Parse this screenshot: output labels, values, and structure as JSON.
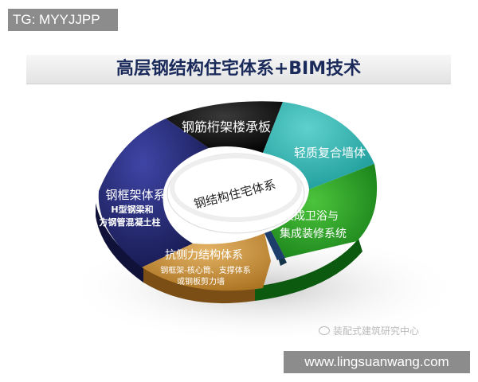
{
  "tag": "TG: MYYJJPP",
  "title": "高层钢结构住宅体系+BIM技术",
  "center_label": "钢结构住宅体系",
  "segments": {
    "top": {
      "label": "钢筋桁架楼承板",
      "color": "#0a0a0a"
    },
    "right": {
      "label": "轻质复合墙体",
      "color": "#2bb6b4"
    },
    "lower_right": {
      "line1": "集成卫浴与",
      "line2": "集成装修系统",
      "color": "#1f8a1f"
    },
    "bottom": {
      "title": "抗侧力结构体系",
      "line1": "钢框架-核心筒、支撑体系",
      "line2": "或钢板剪力墙",
      "color": "#c98c2f"
    },
    "left": {
      "title": "钢框架体系",
      "line1": "H型钢梁和",
      "line2": "方钢管混凝土柱",
      "color": "#24286e"
    }
  },
  "wechat_label": "装配式建筑研究中心",
  "website": "www.lingsuanwang.com"
}
